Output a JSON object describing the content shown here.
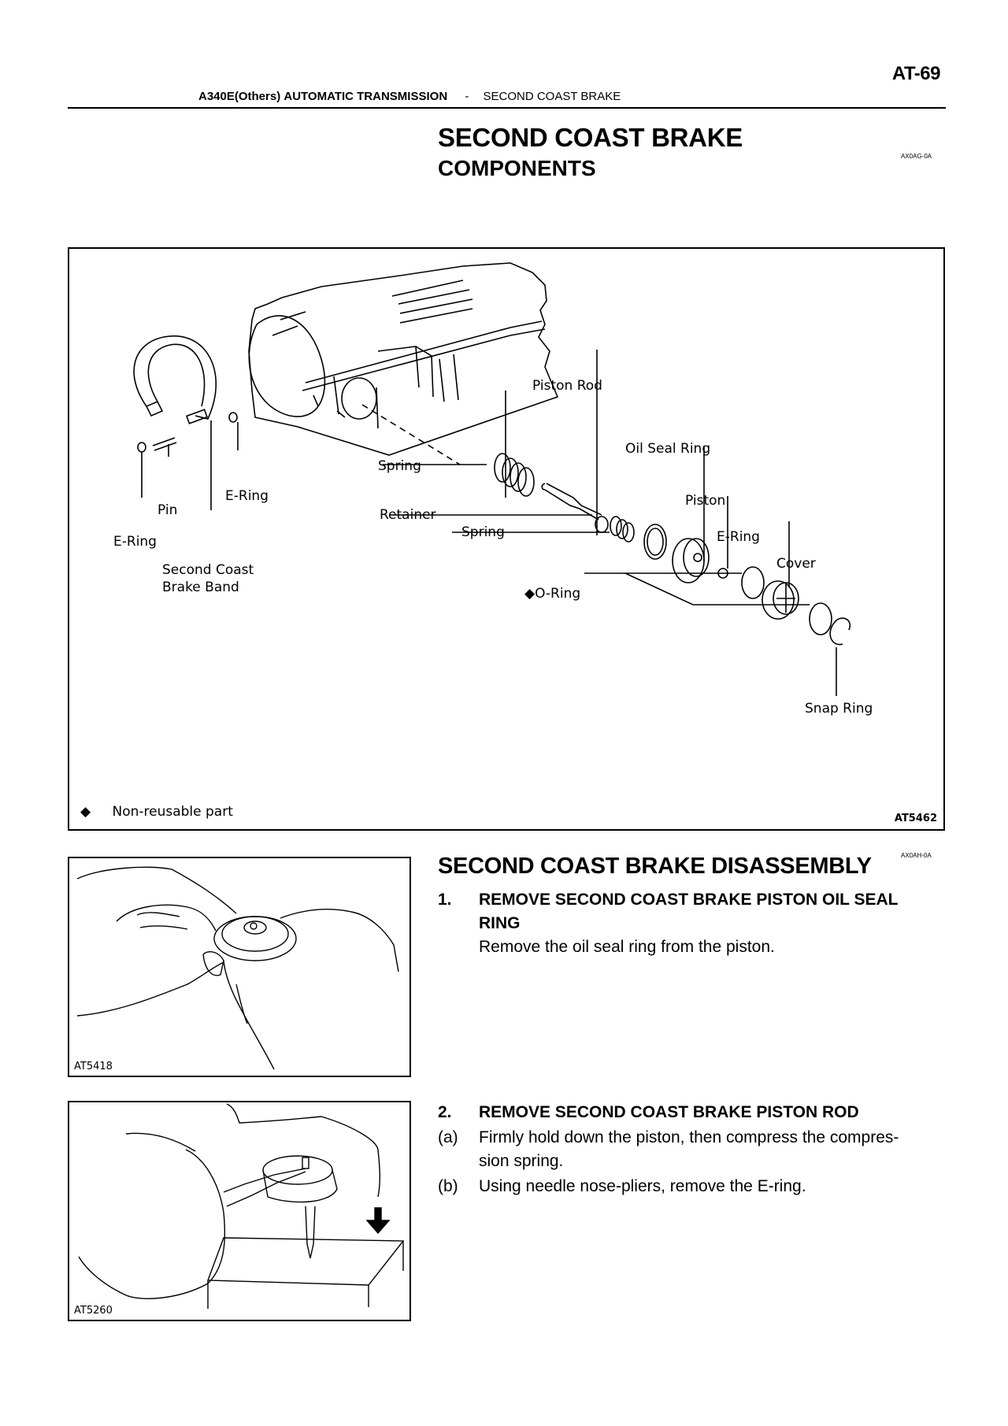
{
  "page": {
    "number": "AT-69",
    "header": {
      "model": "A340E(Others)",
      "section": "AUTOMATIC TRANSMISSION",
      "separator": "-",
      "topic": "SECOND COAST BRAKE"
    }
  },
  "components": {
    "title": "SECOND COAST BRAKE",
    "subtitle": "COMPONENTS",
    "ref_code": "AX0AG-0A",
    "figure": {
      "code": "AT5462",
      "legend_symbol": "◆",
      "legend_text": "Non-reusable part",
      "labels": {
        "piston_rod": "Piston Rod",
        "oil_seal_ring": "Oil Seal Ring",
        "spring_1": "Spring",
        "e_ring_right": "E-Ring",
        "piston": "Piston",
        "pin": "Pin",
        "retainer": "Retainer",
        "e_ring_left": "E-Ring",
        "spring_2": "Spring",
        "e_ring_piston": "E-Ring",
        "brake_band": "Second Coast\nBrake Band",
        "brake_band_line1": "Second Coast",
        "brake_band_line2": "Brake Band",
        "cover": "Cover",
        "o_ring": "◆O-Ring",
        "snap_ring": "Snap Ring"
      }
    }
  },
  "disassembly": {
    "title": "SECOND COAST BRAKE DISASSEMBLY",
    "ref_code": "AX0AH-0A",
    "figures": [
      {
        "code": "AT5418"
      },
      {
        "code": "AT5260"
      }
    ],
    "steps": [
      {
        "number": "1.",
        "title_line1": "REMOVE SECOND COAST BRAKE PISTON OIL SEAL",
        "title_line2": "RING",
        "text": "Remove the oil seal ring from the piston."
      },
      {
        "number": "2.",
        "title": "REMOVE SECOND COAST BRAKE PISTON ROD",
        "substeps": [
          {
            "label": "(a)",
            "line1": "Firmly hold down the piston, then compress the compres-",
            "line2": "sion spring."
          },
          {
            "label": "(b)",
            "line1": "Using needle nose-pliers, remove the E-ring."
          }
        ]
      }
    ]
  }
}
